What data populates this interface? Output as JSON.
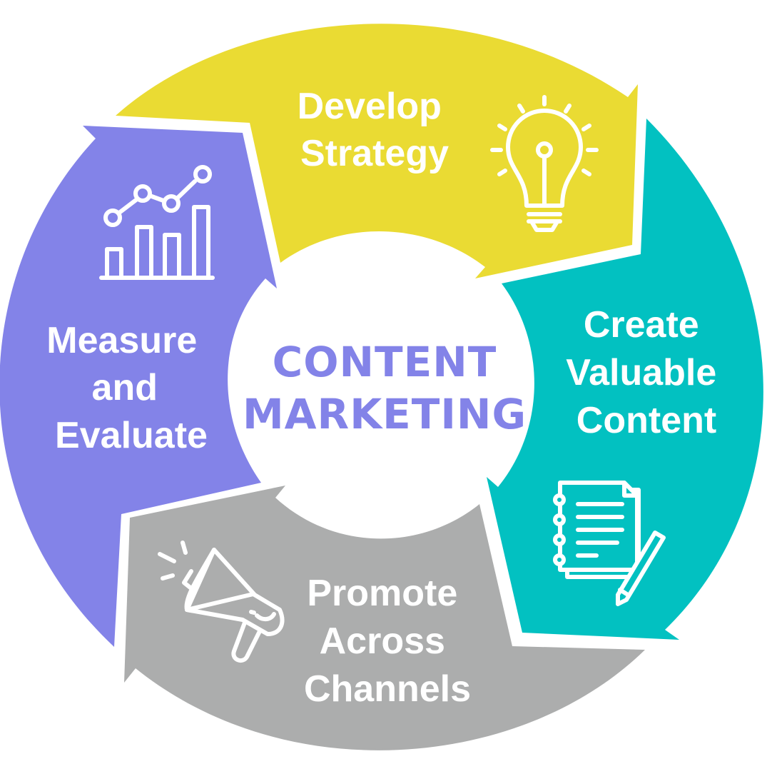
{
  "diagram": {
    "center": {
      "line1": "CONTENT",
      "line2": "MARKETING"
    },
    "colors": {
      "center_text": "#8383e8",
      "develop": "#eadb33",
      "create": "#02c1c1",
      "promote": "#acadad",
      "measure": "#8383e8",
      "white": "#ffffff"
    },
    "steps": [
      {
        "id": "develop",
        "lines": [
          "Develop",
          "Strategy"
        ],
        "icon": "lightbulb-icon"
      },
      {
        "id": "create",
        "lines": [
          "Create",
          "Valuable",
          "Content"
        ],
        "icon": "notebook-pencil-icon"
      },
      {
        "id": "promote",
        "lines": [
          "Promote",
          "Across",
          "Channels"
        ],
        "icon": "megaphone-icon"
      },
      {
        "id": "measure",
        "lines": [
          "Measure",
          "and",
          "Evaluate"
        ],
        "icon": "bar-line-chart-icon"
      }
    ]
  }
}
